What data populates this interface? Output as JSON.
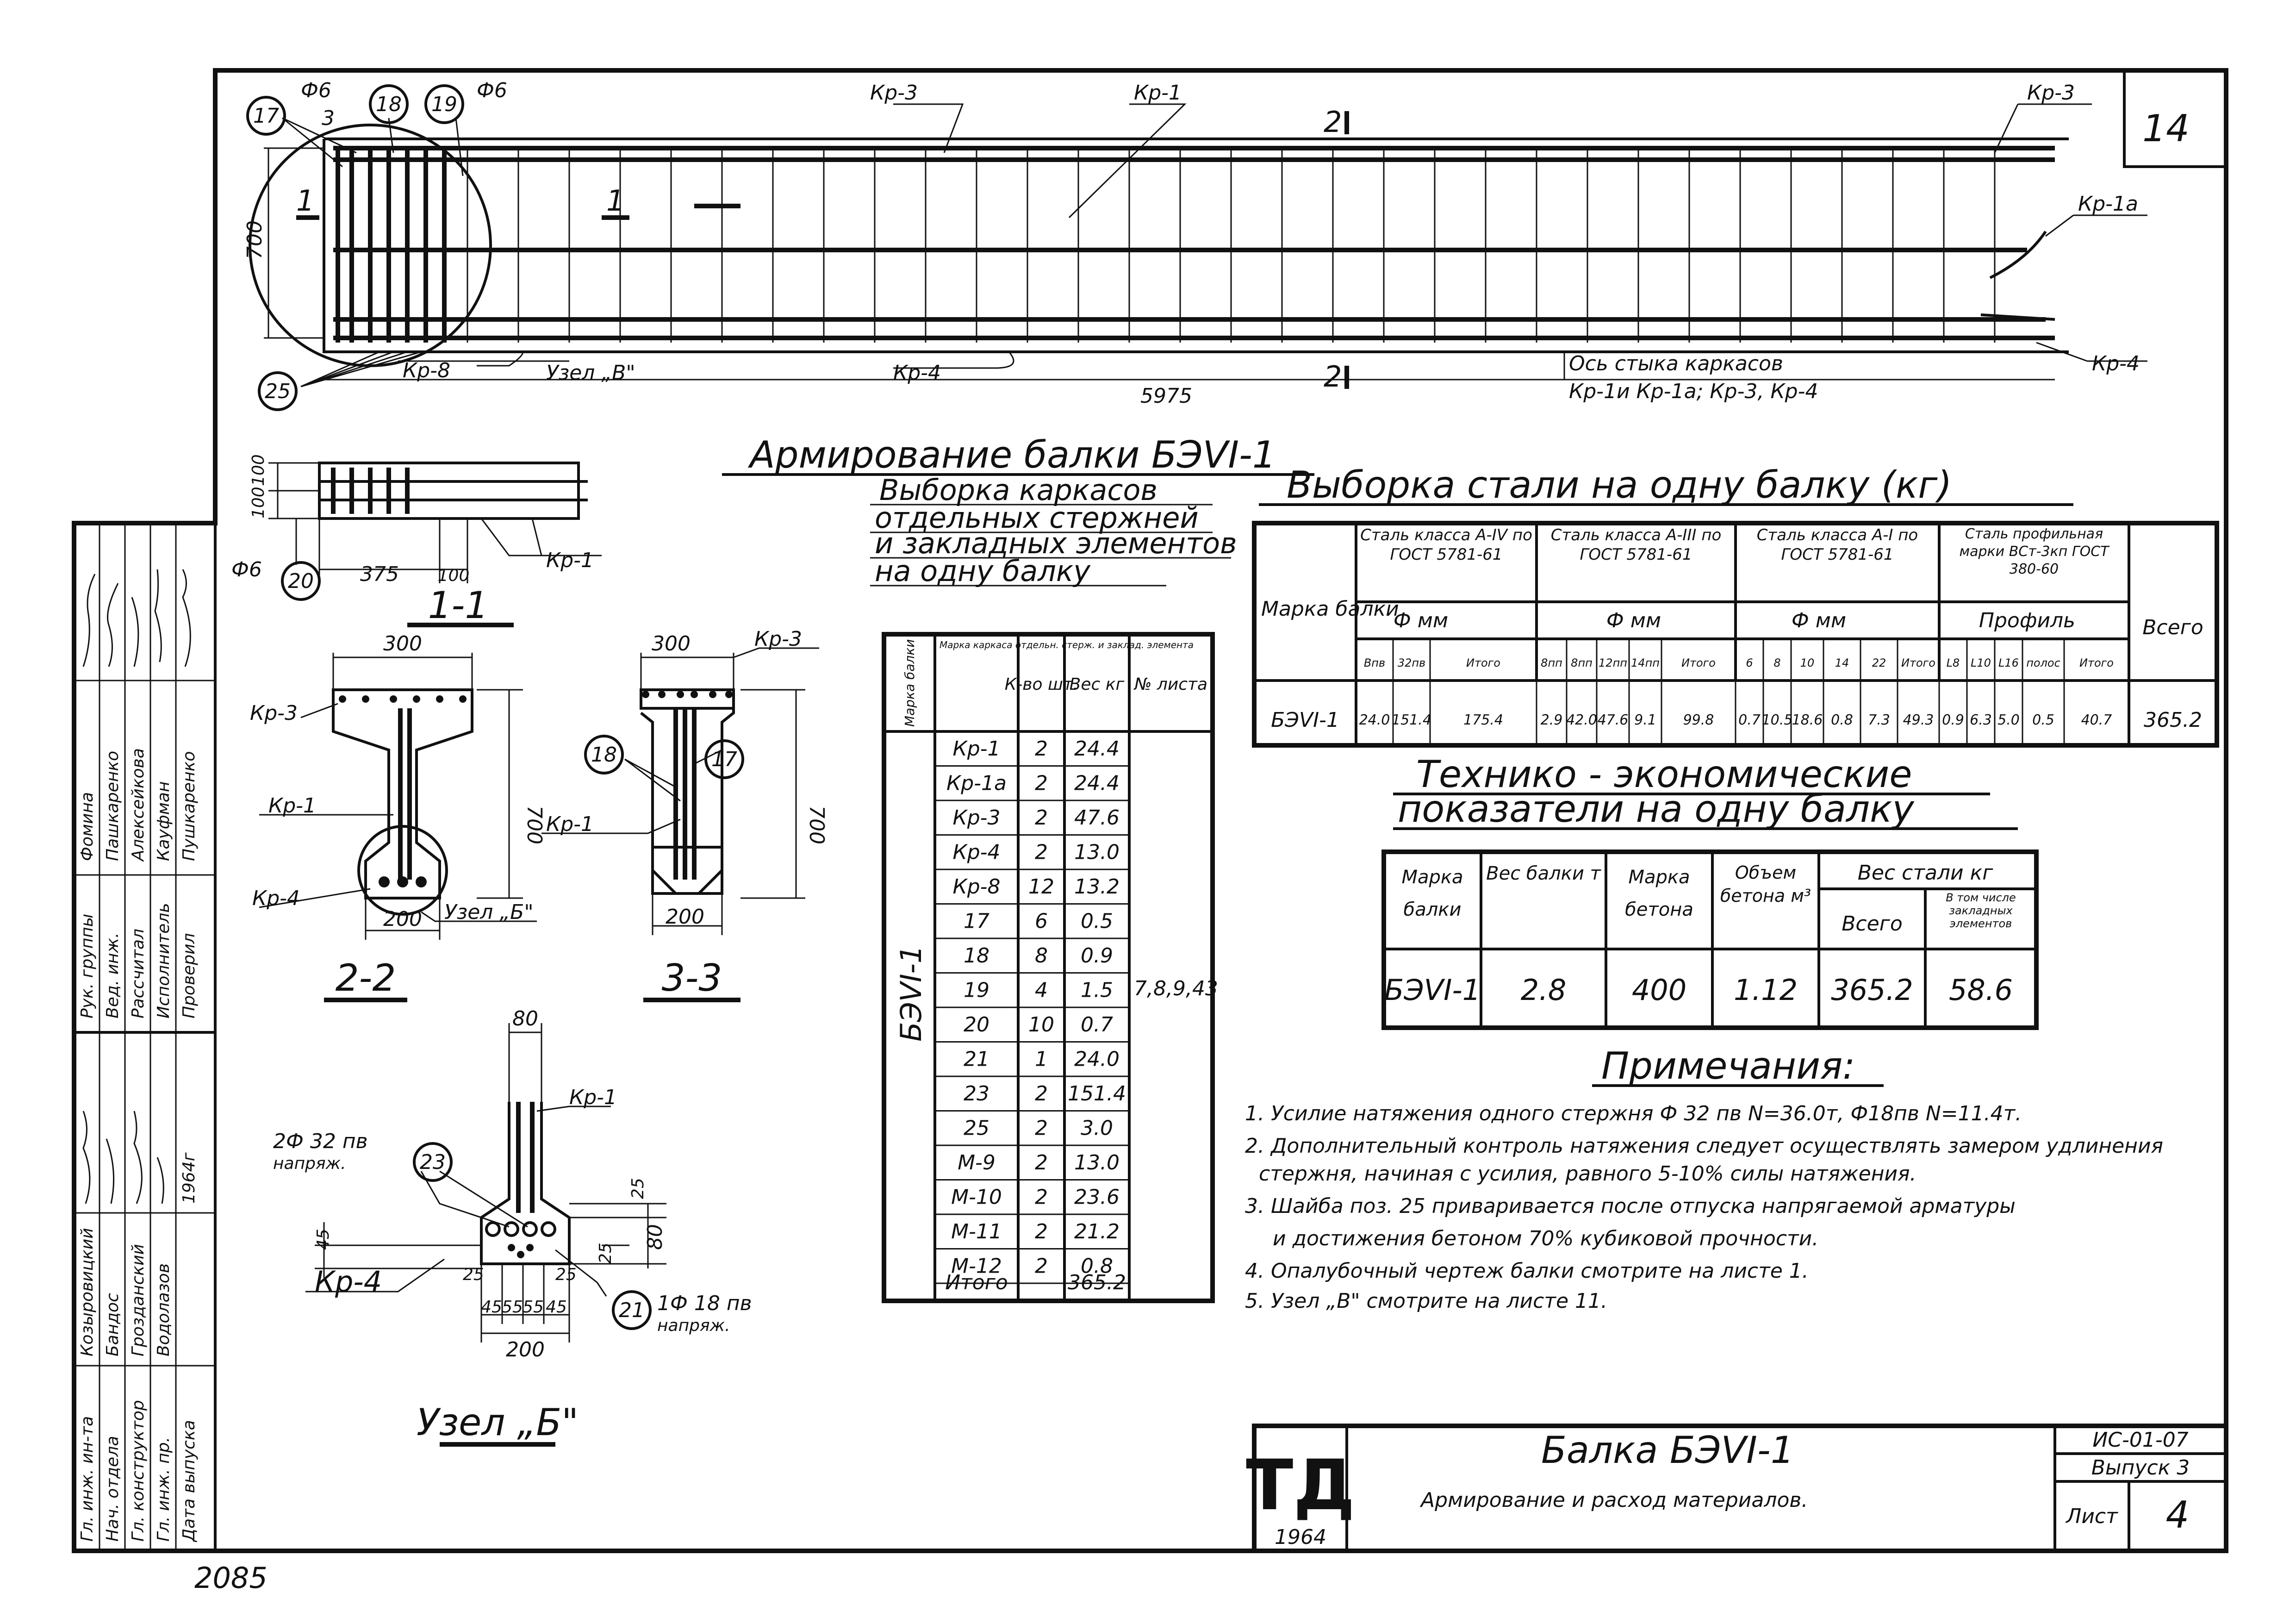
{
  "sheet_number": "14",
  "beam_view": {
    "label_d6_left": "Ф6",
    "label_d6_right": "Ф6",
    "label_3": "3",
    "label_1_section": "1",
    "label_2_top": "2",
    "label_2_bottom": "2",
    "label_kr3_mid": "Кр-3",
    "label_kr1": "Кр-1",
    "label_kr3_right": "Кр-3",
    "label_kr1a": "Кр-1а",
    "label_kr4_right": "Кр-4",
    "label_kr4_mid": "Кр-4",
    "label_kr8": "Кр-8",
    "label_uzel": "Узел „В\"",
    "dim_length": "5975",
    "dim_height": "700",
    "splice_title": "Ось стыка каркасов",
    "splice_text": "Кр-1и Кр-1а; Кр-3, Кр-4",
    "pos_17": "17",
    "pos_18": "18",
    "pos_19": "19",
    "pos_25": "25"
  },
  "section_1_1": {
    "title": "1-1",
    "dim_100a": "100",
    "dim_100b": "100",
    "dim_375": "375",
    "dim_100c": "100",
    "label_d6": "Ф6",
    "pos_20": "20",
    "label_kr1": "Кр-1"
  },
  "section_2_2": {
    "title": "2-2",
    "dim_300": "300",
    "dim_200": "200",
    "dim_700": "700",
    "label_kr3": "Кр-3",
    "label_kr1": "Кр-1",
    "label_kr4": "Кр-4",
    "label_uzel": "Узел „Б\""
  },
  "section_3_3": {
    "title": "3-3",
    "dim_300": "300",
    "dim_200": "200",
    "dim_700": "700",
    "label_kr3": "Кр-3",
    "label_kr1": "Кр-1",
    "pos_18": "18",
    "pos_17": "17"
  },
  "node_b": {
    "title": "Узел „Б\"",
    "dim_80_top": "80",
    "dim_200": "200",
    "dims_bottom": [
      "45",
      "55",
      "55",
      "45"
    ],
    "dim_25a": "25",
    "dim_25b": "25",
    "dim_25c": "25",
    "dim_80_side": "80",
    "dim_45": "45",
    "dim_25d": "25",
    "label_kr1": "Кр-1",
    "label_kr4": "Кр-4",
    "label_2d32": "2Ф 32 пв",
    "label_napr": "напряж.",
    "pos_23": "23",
    "pos_21": "21",
    "label_1d18": "1Ф 18 пв",
    "label_napr2": "напряж."
  },
  "main_title": "Армирование балки БЭVI-1",
  "selection_frames": {
    "title_lines": [
      "Выборка каркасов",
      "отдельных стержней",
      "и закладных элементов",
      "на одну балку"
    ],
    "headers": [
      "Марка балки",
      "Марка каркаса отдельн. стерж. и заклад. элемента",
      "К-во шт.",
      "Вес кг",
      "№ листа"
    ],
    "beam_mark": "БЭVI-1",
    "sheets_ref": "7,8,9,43",
    "rows": [
      [
        "Кр-1",
        "2",
        "24.4"
      ],
      [
        "Кр-1а",
        "2",
        "24.4"
      ],
      [
        "Кр-3",
        "2",
        "47.6"
      ],
      [
        "Кр-4",
        "2",
        "13.0"
      ],
      [
        "Кр-8",
        "12",
        "13.2"
      ],
      [
        "17",
        "6",
        "0.5"
      ],
      [
        "18",
        "8",
        "0.9"
      ],
      [
        "19",
        "4",
        "1.5"
      ],
      [
        "20",
        "10",
        "0.7"
      ],
      [
        "21",
        "1",
        "24.0"
      ],
      [
        "23",
        "2",
        "151.4"
      ],
      [
        "25",
        "2",
        "3.0"
      ],
      [
        "М-9",
        "2",
        "13.0"
      ],
      [
        "М-10",
        "2",
        "23.6"
      ],
      [
        "М-11",
        "2",
        "21.2"
      ],
      [
        "М-12",
        "2",
        "0.8"
      ]
    ],
    "total_label": "Итого",
    "total_value": "365.2"
  },
  "steel_selection": {
    "title": "Выборка стали на одну балку (кг)",
    "col_mark": "Марка балки",
    "group1": "Сталь класса А-IV по ГОСТ 5781-61",
    "group2": "Сталь класса А-III по ГОСТ 5781-61",
    "group3": "Сталь класса А-I по ГОСТ 5781-61",
    "group4": "Сталь профильная марки ВСт-3кп ГОСТ 380-60",
    "col_total": "Всего",
    "sub_dmm": "Ф мм",
    "sub_dmm2": "Ф мм",
    "sub_dmm3": "Ф мм",
    "sub_profile": "Профиль",
    "sub_headers": [
      "Впв",
      "32пв",
      "Итого",
      "8пп",
      "8пп",
      "12пп",
      "14пп",
      "Итого",
      "6",
      "8",
      "10",
      "14",
      "22",
      "Итого",
      "L8",
      "L10",
      "L16",
      "полос",
      "Итого"
    ],
    "row_mark": "БЭVI-1",
    "row_values": [
      "24.0",
      "151.4",
      "175.4",
      "2.9",
      "42.0",
      "47.6",
      "9.1",
      "99.8",
      "0.7",
      "10.5",
      "18.6",
      "0.8",
      "7.3",
      "49.3",
      "0.9",
      "6.3",
      "5.0",
      "0.5",
      "40.7"
    ],
    "row_total": "365.2"
  },
  "tech_econ": {
    "title_line1": "Технико - экономические",
    "title_line2": "показатели на одну балку",
    "headers": {
      "mark": "Марка балки",
      "weight": "Вес балки т",
      "concrete_mark": "Марка бетона",
      "volume": "Объем бетона м³",
      "steel": "Вес стали кг",
      "steel_total": "Всего",
      "steel_embedded": "В том числе закладных элементов"
    },
    "row": {
      "mark": "БЭVI-1",
      "weight": "2.8",
      "concrete_mark": "400",
      "volume": "1.12",
      "steel_total": "365.2",
      "steel_embedded": "58.6"
    }
  },
  "notes": {
    "title": "Примечания:",
    "items": [
      "1. Усилие натяжения одного стержня Ф 32 пв N=36.0т, Ф18пв N=11.4т.",
      "2. Дополнительный контроль натяжения следует осуществлять замером удлинения",
      "стержня, начиная с усилия, равного 5-10% силы натяжения.",
      "3. Шайба поз. 25 приваривается после отпуска напрягаемой арматуры",
      "и достижения бетоном 70% кубиковой прочности.",
      "4. Опалубочный чертеж балки смотрите на листе 1.",
      "5. Узел „В\" смотрите на листе 11."
    ]
  },
  "title_block": {
    "logo": "ТД",
    "logo_year": "1964",
    "beam_name": "Балка БЭVI-1",
    "subtitle": "Армирование и расход материалов.",
    "code": "ИС-01-07",
    "issue": "Выпуск 3",
    "sheet_label": "Лист",
    "sheet_no": "4"
  },
  "side_stamp": {
    "roles": [
      "Гл. инж. ин-та",
      "Нач. отдела",
      "Гл. конструктор",
      "Гл. инж. пр.",
      "Дата выпуска",
      "Рук. группы",
      "Вед. инж.",
      "Рассчитал",
      "Исполнитель",
      "Проверил"
    ],
    "names": [
      "Козыровицкий",
      "Бандос",
      "Грозданский",
      "Водолазов",
      "",
      "Фомина",
      "Пашкаренко",
      "Алексейкова",
      "Кауфман",
      "Пушкаренко"
    ],
    "year": "1964г",
    "bottom_number": "2085"
  }
}
